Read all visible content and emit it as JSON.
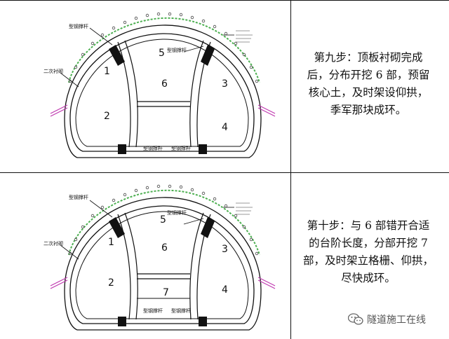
{
  "panels": [
    {
      "id": "step9",
      "caption_lines": [
        "第九步：顶板衬砌完成",
        "后，分布开挖 6 部，预留",
        "核心土，及时架设仰拱，",
        "季军那块成环。"
      ],
      "parts": [
        "1",
        "2",
        "3",
        "4",
        "5",
        "6"
      ],
      "labels": {
        "steel_brace_top": "型钢撑杆",
        "secondary_lining": "二次衬砌",
        "steel_brace_5": "型钢撑杆",
        "steel_brace_bottom_left": "型钢撑杆",
        "steel_brace_bottom_right": "型钢撑杆"
      }
    },
    {
      "id": "step10",
      "caption_lines": [
        "第十步：与 6 部错开合适",
        "的台阶长度，分部开挖 7",
        "部，及时架立格栅、仰拱，",
        "尽快成环。"
      ],
      "parts": [
        "1",
        "2",
        "3",
        "4",
        "5",
        "6",
        "7"
      ],
      "labels": {
        "steel_brace_top": "型钢撑杆",
        "secondary_lining": "二次衬砌",
        "steel_brace_5": "型钢撑杆",
        "steel_brace_bottom_left": "型钢撑杆",
        "steel_brace_bottom_right": "型钢撑杆"
      }
    }
  ],
  "watermark": {
    "text": "隧道施工在线",
    "icon": "wechat-icon"
  },
  "colors": {
    "line": "#111111",
    "grout": "#4caf50",
    "anchor": "#c03ab0"
  }
}
